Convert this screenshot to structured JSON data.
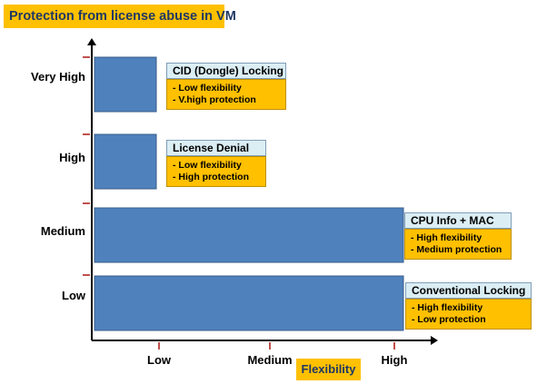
{
  "chart_data": {
    "type": "bar",
    "orientation": "horizontal",
    "title": "Protection from license abuse in VM",
    "xlabel": "Flexibility",
    "ylabel": "",
    "x_ticks": [
      "Low",
      "Medium",
      "High"
    ],
    "categories": [
      "Very High",
      "High",
      "Medium",
      "Low"
    ],
    "values": [
      0.2,
      0.2,
      1.0,
      1.0
    ],
    "bar_color": "#4f81bd",
    "grid": false,
    "annotations": [
      {
        "category": "Very High",
        "heading": "CID (Dongle) Locking",
        "lines": [
          "- Low flexibility",
          "- V.high protection"
        ]
      },
      {
        "category": "High",
        "heading": "License Denial",
        "lines": [
          "- Low flexibility",
          "- High protection"
        ]
      },
      {
        "category": "Medium",
        "heading": "CPU Info + MAC",
        "lines": [
          "- High flexibility",
          "- Medium protection"
        ]
      },
      {
        "category": "Low",
        "heading": "Conventional Locking",
        "lines": [
          "- High flexibility",
          "- Low protection"
        ]
      }
    ],
    "colors": {
      "accent": "#ffc000",
      "axis": "#000000",
      "tick": "#c0504d",
      "heading_fill": "#dbeef4"
    }
  }
}
